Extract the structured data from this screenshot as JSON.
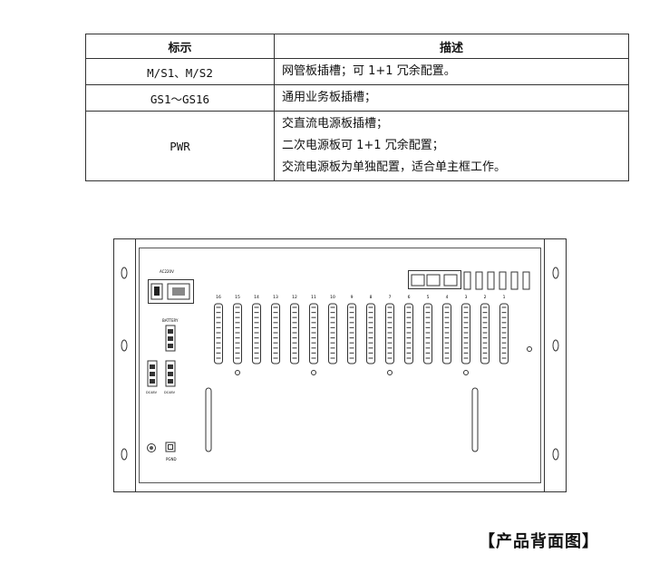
{
  "table": {
    "headers": [
      "标示",
      "描述"
    ],
    "rows": [
      {
        "mark": "M/S1、M/S2",
        "desc": [
          "网管板插槽；可 1+1 冗余配置。"
        ]
      },
      {
        "mark": "GS1～GS16",
        "desc": [
          "通用业务板插槽；"
        ]
      },
      {
        "mark": "PWR",
        "desc": [
          "交直流电源板插槽；",
          "二次电源板可 1+1 冗余配置；",
          "交流电源板为单独配置，适合单主框工作。"
        ]
      }
    ]
  },
  "panel": {
    "ac_label": "AC220V",
    "battery_label": "BATTERY",
    "dc_labels": [
      "DC48V",
      "DC48V"
    ],
    "pgnd_label": "PGND",
    "slot_numbers": [
      "16",
      "15",
      "14",
      "13",
      "12",
      "11",
      "10",
      "9",
      "8",
      "7",
      "6",
      "5",
      "4",
      "3",
      "2",
      "1"
    ],
    "icons": [
      "power-switch-icon",
      "ac-socket-icon",
      "db-connector-icon",
      "rj45-port-icon",
      "usb-port-icon",
      "ground-terminal-icon"
    ]
  },
  "caption": "【产品背面图】"
}
